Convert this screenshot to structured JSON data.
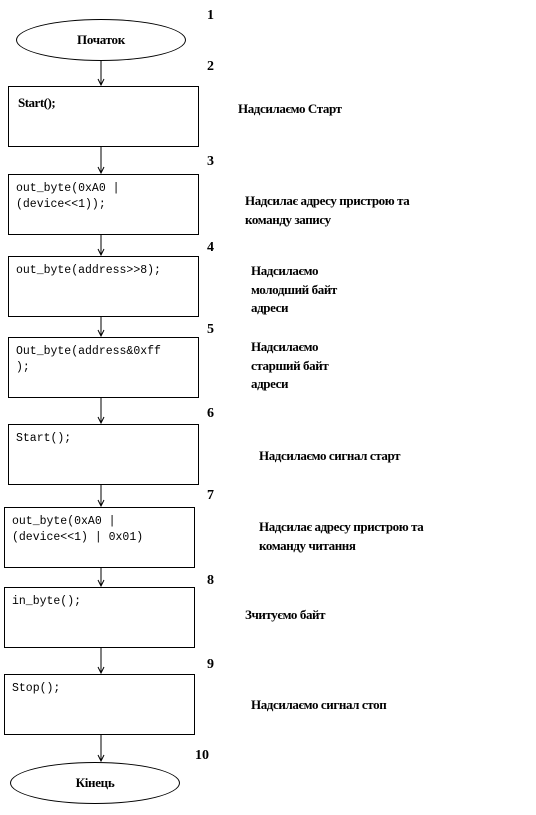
{
  "steps": [
    {
      "num": "1",
      "shape": "ellipse",
      "text": "Початок"
    },
    {
      "num": "2",
      "shape": "box",
      "text": "Start();",
      "note": "Надсилаємо Старт"
    },
    {
      "num": "3",
      "shape": "box",
      "text": "out_byte(0xA0 |\n(device<<1));",
      "note": "Надсилає адресу пристрою та\nкоманду запису"
    },
    {
      "num": "4",
      "shape": "box",
      "text": "out_byte(address>>8);",
      "note": "Надсилаємо\nмолодший байт\nадреси"
    },
    {
      "num": "5",
      "shape": "box",
      "text": "Out_byte(address&0xff\n);",
      "note": "Надсилаємо\nстарший байт\nадреси"
    },
    {
      "num": "6",
      "shape": "box",
      "text": "Start();",
      "note": "Надсилаємо сигнал старт"
    },
    {
      "num": "7",
      "shape": "box",
      "text": "out_byte(0xA0 |\n(device<<1) | 0x01)",
      "note": "Надсилає адресу пристрою та\nкоманду читання"
    },
    {
      "num": "8",
      "shape": "box",
      "text": "in_byte();",
      "note": "Зчитуємо байт"
    },
    {
      "num": "9",
      "shape": "box",
      "text": "Stop();",
      "note": "Надсилаємо сигнал стоп"
    },
    {
      "num": "10",
      "shape": "ellipse",
      "text": "Кінець"
    }
  ]
}
